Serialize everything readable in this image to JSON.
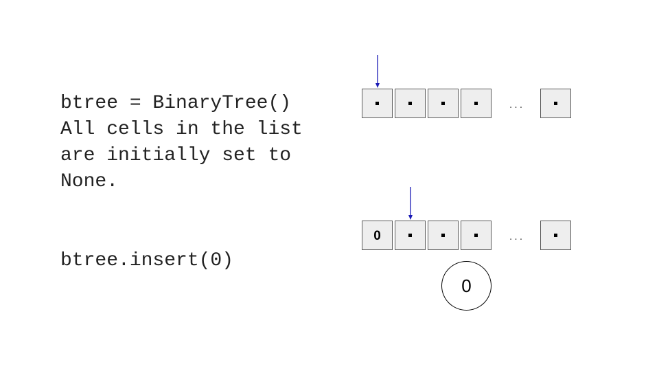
{
  "code": {
    "line1": "btree = BinaryTree()\nAll cells in the list\nare initially set to\nNone.",
    "line2": "btree.insert(0)"
  },
  "array_top": {
    "cells": [
      "",
      "",
      "",
      "",
      "",
      ""
    ],
    "ellipsis": "...",
    "pointer_index": 0
  },
  "array_bottom": {
    "cells": [
      "0",
      "",
      "",
      "",
      "",
      ""
    ],
    "ellipsis": "...",
    "pointer_index": 1
  },
  "tree": {
    "root_label": "0"
  },
  "colors": {
    "pointer": "#1a1ab5",
    "cell_fill": "#eeeeee",
    "cell_border": "#595959"
  }
}
